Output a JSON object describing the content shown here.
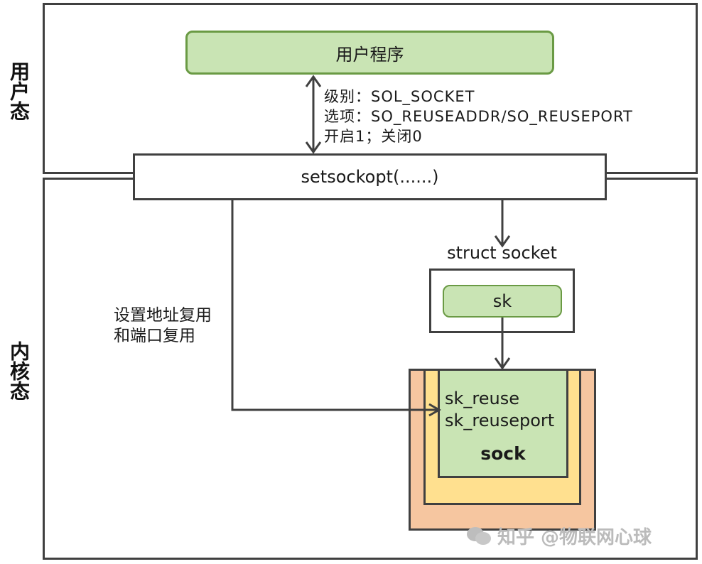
{
  "side_labels": {
    "user_space": "用户态",
    "kernel_space": "内核态"
  },
  "user_program": {
    "label": "用户程序"
  },
  "syscall_params": {
    "level": "级别：SOL_SOCKET",
    "option": "选项：SO_REUSEADDR/SO_REUSEPORT",
    "toggle": "开启1；关闭0"
  },
  "setsockopt": {
    "label": "setsockopt(......)"
  },
  "struct_socket": {
    "title": "struct socket",
    "field": "sk"
  },
  "annotation": {
    "line1": "设置地址复用",
    "line2": "和端口复用"
  },
  "sock": {
    "field1": "sk_reuse",
    "field2": "sk_reuseport",
    "title": "sock"
  },
  "colors": {
    "green_fill": "#c9e4b4",
    "green_border": "#6a9a44",
    "yellow_fill": "#ffe08f",
    "orange_fill": "#f6c6a0",
    "line": "#404040"
  },
  "watermark": {
    "text": "知乎 @物联网心球"
  }
}
